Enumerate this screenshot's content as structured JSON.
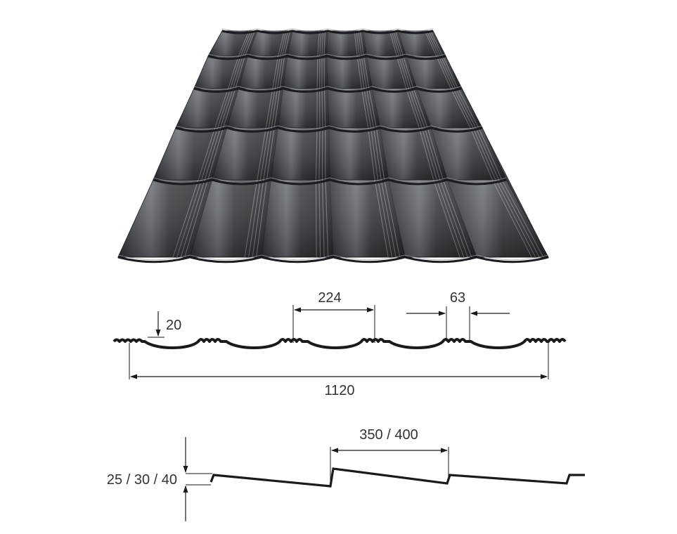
{
  "colors": {
    "sheet_dark": "#3a3d41",
    "sheet_mid": "#5a5e63",
    "sheet_light": "#9aa0a6",
    "line": "#1a1a1a",
    "text": "#333333"
  },
  "figures": {
    "tile_render": {
      "icon": "metal-roof-tile-sheet-illustration"
    },
    "cross_section": {
      "labels": {
        "module_width": "224",
        "rib_width": "63",
        "profile_height": "20",
        "total_width": "1120"
      }
    },
    "side_section": {
      "labels": {
        "step_length": "350 / 400",
        "step_height": "25 / 30 / 40"
      }
    }
  }
}
